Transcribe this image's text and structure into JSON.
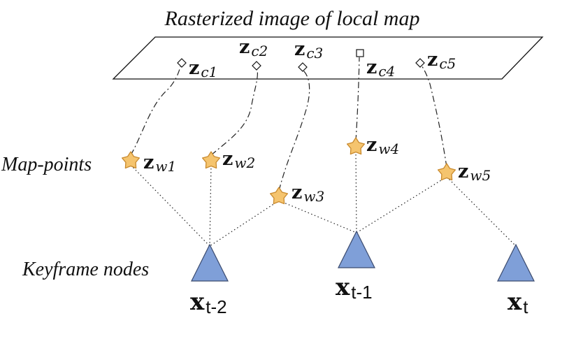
{
  "title": "Rasterized image of local map",
  "labels": {
    "map_points": "Map-points",
    "keyframe_nodes": "Keyframe nodes"
  },
  "colors": {
    "star_fill": "#f5c46e",
    "star_stroke": "#c98a2e",
    "triangle_fill": "#7f9fd8",
    "triangle_stroke": "#3a4a6e",
    "diamond_fill": "#ffffff"
  },
  "image_points": [
    {
      "id": "c1",
      "main": "z",
      "sub": "c1",
      "marker": "diamond"
    },
    {
      "id": "c2",
      "main": "z",
      "sub": "c2",
      "marker": "diamond"
    },
    {
      "id": "c3",
      "main": "z",
      "sub": "c3",
      "marker": "diamond"
    },
    {
      "id": "c4",
      "main": "z",
      "sub": "c4",
      "marker": "square"
    },
    {
      "id": "c5",
      "main": "z",
      "sub": "c5",
      "marker": "diamond"
    }
  ],
  "map_points": [
    {
      "id": "w1",
      "main": "z",
      "sub": "w1",
      "marker": "star-icon"
    },
    {
      "id": "w2",
      "main": "z",
      "sub": "w2",
      "marker": "star-icon"
    },
    {
      "id": "w3",
      "main": "z",
      "sub": "w3",
      "marker": "star-icon"
    },
    {
      "id": "w4",
      "main": "z",
      "sub": "w4",
      "marker": "star-icon"
    },
    {
      "id": "w5",
      "main": "z",
      "sub": "w5",
      "marker": "star-icon"
    }
  ],
  "keyframes": [
    {
      "id": "t-2",
      "main": "x",
      "sub": "t-2",
      "marker": "triangle-icon"
    },
    {
      "id": "t-1",
      "main": "x",
      "sub": "t-1",
      "marker": "triangle-icon"
    },
    {
      "id": "t",
      "main": "x",
      "sub": "t",
      "marker": "triangle-icon"
    }
  ],
  "projections": [
    {
      "from": "w1",
      "to": "c1"
    },
    {
      "from": "w2",
      "to": "c2"
    },
    {
      "from": "w3",
      "to": "c3"
    },
    {
      "from": "w4",
      "to": "c4"
    },
    {
      "from": "w5",
      "to": "c5"
    }
  ],
  "observations": [
    {
      "map_point": "w1",
      "keyframe": "t-2"
    },
    {
      "map_point": "w2",
      "keyframe": "t-2"
    },
    {
      "map_point": "w3",
      "keyframe": "t-2"
    },
    {
      "map_point": "w3",
      "keyframe": "t-1"
    },
    {
      "map_point": "w4",
      "keyframe": "t-1"
    },
    {
      "map_point": "w5",
      "keyframe": "t-1"
    },
    {
      "map_point": "w5",
      "keyframe": "t"
    }
  ]
}
